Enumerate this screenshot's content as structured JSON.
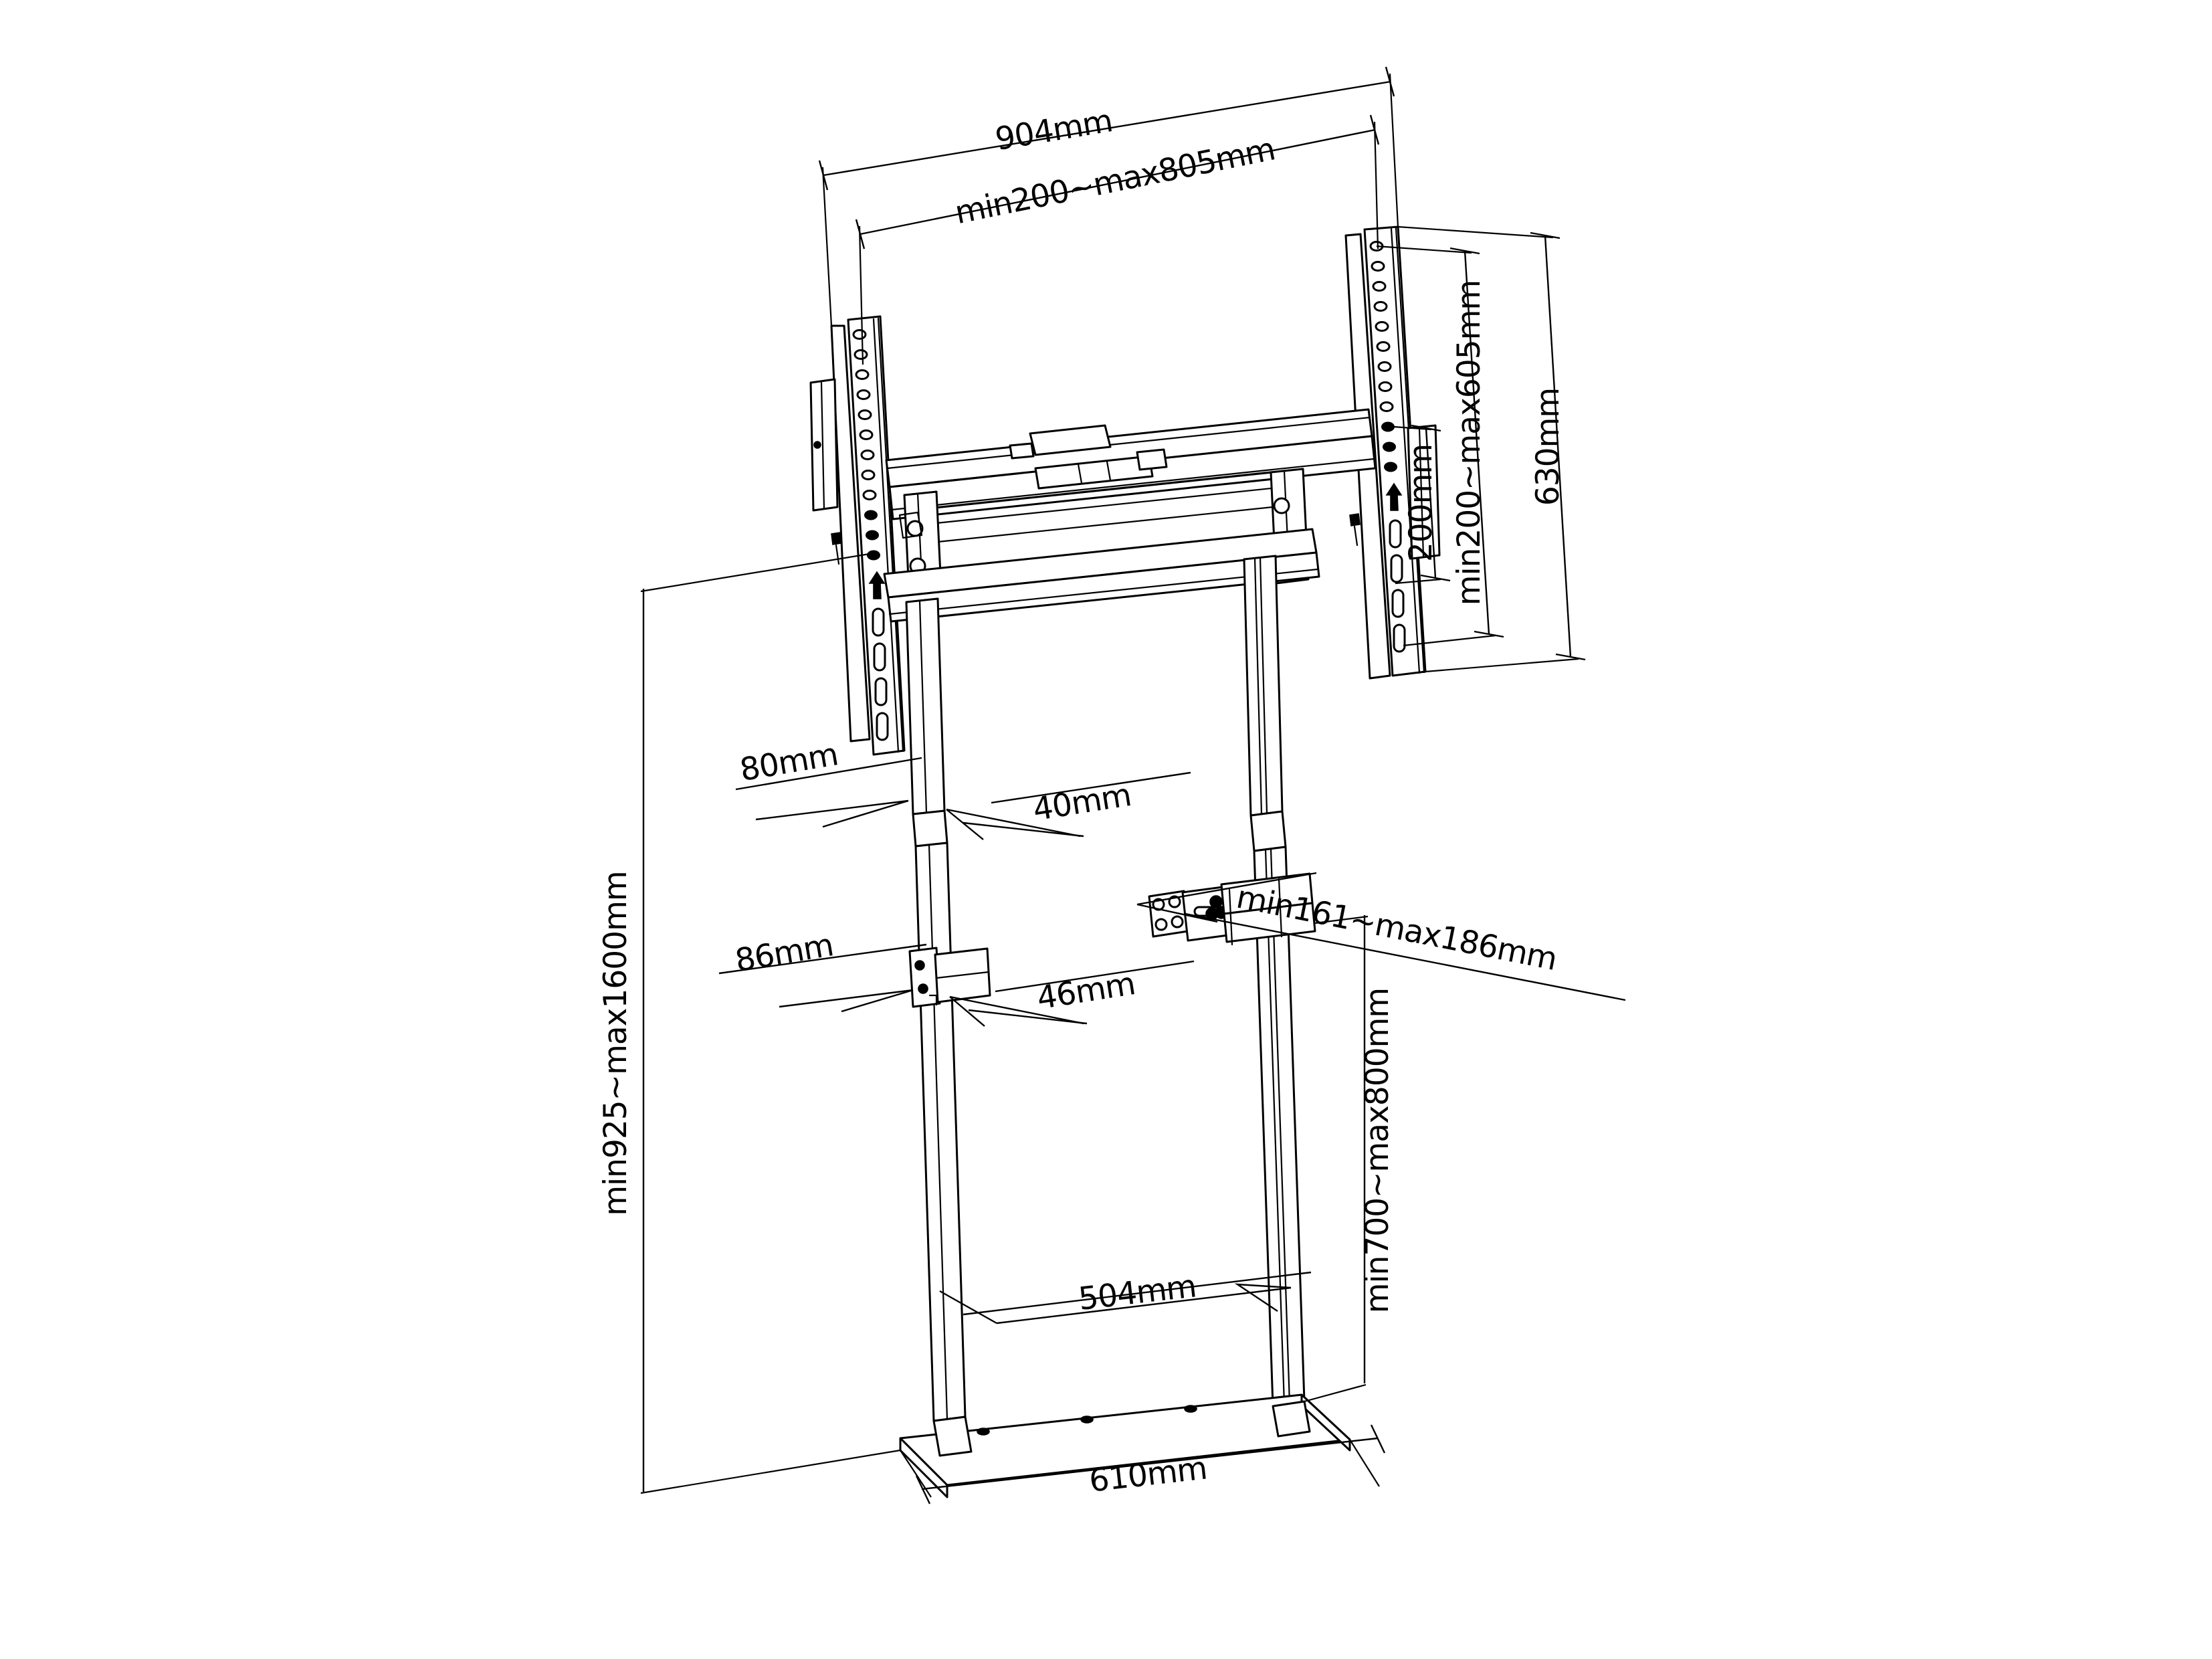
{
  "drawing": {
    "type": "technical-dimension-drawing",
    "subject": "Motorized height-adjustable TV / display floor stand with wall mount",
    "projection": "isometric line drawing",
    "background_color": "#ffffff",
    "line_color": "#000000",
    "units": "mm"
  },
  "dimensions": {
    "overall_width": {
      "label": "904mm",
      "value": 904,
      "orientation": "horizontal-top",
      "describes": "overall width of display mounting crossbar assembly"
    },
    "vesa_width_range": {
      "label": "min200~max805mm",
      "min": 200,
      "max": 805,
      "orientation": "horizontal-top",
      "describes": "adjustable VESA horizontal hole pattern range"
    },
    "panel_height": {
      "label": "630mm",
      "value": 630,
      "orientation": "vertical-right",
      "describes": "overall height of VESA mounting rails"
    },
    "vesa_height_range": {
      "label": "min200~max605mm",
      "min": 200,
      "max": 605,
      "orientation": "vertical-right",
      "describes": "adjustable VESA vertical hole pattern range"
    },
    "vesa_step": {
      "label": "200mm",
      "value": 200,
      "orientation": "vertical-right",
      "describes": "VESA 200 vertical pitch"
    },
    "total_height_range": {
      "label": "min925~max1600mm",
      "min": 925,
      "max": 1600,
      "orientation": "vertical-left",
      "describes": "overall adjustable height of the display centre from floor"
    },
    "column_depth_upper": {
      "label": "80mm",
      "value": 80,
      "orientation": "leader-left",
      "describes": "upper column profile depth"
    },
    "column_width_upper": {
      "label": "40mm",
      "value": 40,
      "orientation": "leader-right",
      "describes": "upper column profile width"
    },
    "column_depth_lower": {
      "label": "86mm",
      "value": 86,
      "orientation": "leader-left",
      "describes": "lower column profile depth"
    },
    "column_width_lower": {
      "label": "46mm",
      "value": 46,
      "orientation": "leader-right",
      "describes": "lower column profile width"
    },
    "wall_bracket_offset": {
      "label": "min161~max186mm",
      "min": 161,
      "max": 186,
      "orientation": "leader-right-diagonal",
      "describes": "adjustable wall bracket stand-off distance"
    },
    "wall_bracket_height_range": {
      "label": "min700~max800mm",
      "min": 700,
      "max": 800,
      "orientation": "vertical-right",
      "describes": "adjustable wall bracket mounting height from floor"
    },
    "inner_base_width": {
      "label": "504mm",
      "value": 504,
      "orientation": "horizontal-lower",
      "describes": "clear inner width between columns"
    },
    "base_width": {
      "label": "610mm",
      "value": 610,
      "orientation": "horizontal-bottom",
      "describes": "overall base / foot width"
    }
  },
  "dimension_list": [
    "904mm",
    "min200~max805mm",
    "630mm",
    "min200~max605mm",
    "200mm",
    "min925~max1600mm",
    "80mm",
    "40mm",
    "86mm",
    "46mm",
    "min161~max186mm",
    "min700~max800mm",
    "504mm",
    "610mm"
  ],
  "components": [
    {
      "name": "left-vesa-rail",
      "description": "Left vertical VESA mounting rail with round holes and oval slots"
    },
    {
      "name": "right-vesa-rail",
      "description": "Right vertical VESA mounting rail with round holes and oval slots"
    },
    {
      "name": "left-tilt-plate",
      "description": "Left display attachment tilt plate"
    },
    {
      "name": "right-tilt-plate",
      "description": "Right display attachment tilt plate"
    },
    {
      "name": "upper-crossbar",
      "description": "Upper horizontal crossbar of the mount head"
    },
    {
      "name": "lower-crossbar",
      "description": "Lower horizontal crossbar of the mount head"
    },
    {
      "name": "lock-handle",
      "description": "Centre quick-release lock handle on the crossbar"
    },
    {
      "name": "left-column",
      "description": "Left telescoping lift column"
    },
    {
      "name": "right-column",
      "description": "Right telescoping lift column"
    },
    {
      "name": "left-cable-clamp",
      "description": "Cable management clamp on left column"
    },
    {
      "name": "wall-bracket",
      "description": "Adjustable wall anchoring bracket with four screw holes"
    },
    {
      "name": "base-foot",
      "description": "Floor base plate with fixing holes"
    }
  ]
}
